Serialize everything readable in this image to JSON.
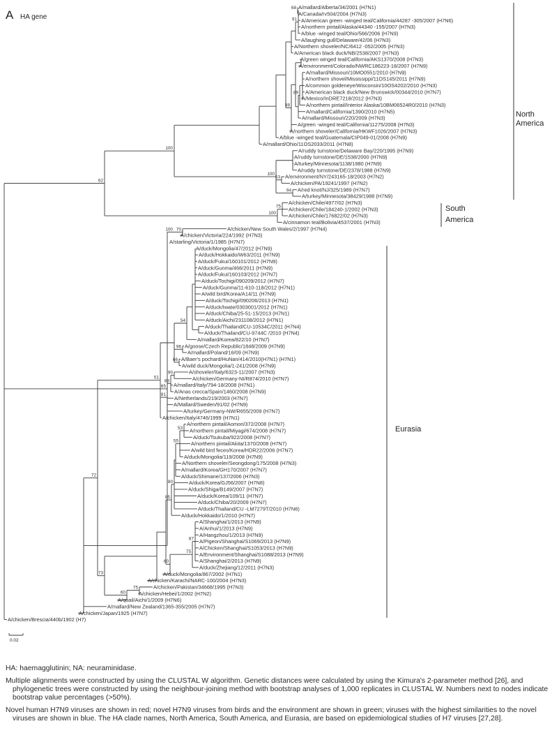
{
  "figure": {
    "panel_letter": "A",
    "panel_title": "HA gene",
    "scale_label": "0.02",
    "colors": {
      "default": "#303030",
      "human": "#e0201b",
      "bird_env": "#59a830",
      "similar": "#2a6db0"
    }
  },
  "taxa": [
    {
      "label": "A/mallard/Alberta/34/2001 (H7N1)"
    },
    {
      "label": "A/Canada/rv504/2004 (H7N3)"
    },
    {
      "label": "A/American green -winged teal/California/44287 -305/2007 (H7N6)"
    },
    {
      "label": "A/northern pintail/Alaska/44340 -155/2007 (H7N3)"
    },
    {
      "label": "A/blue -winged teal/Ohio/566/2006 (H7N9)"
    },
    {
      "label": "A/laughing gull/Delaware/42/06 (H7N3)"
    },
    {
      "label": "A/Northern shoveler/NC/6412 -052/2005 (H7N3)"
    },
    {
      "label": "A/American black duck/NB/2538/2007 (H7N3)"
    },
    {
      "label": "A/green winged teal/California/AKS1370/2008 (H7N3)"
    },
    {
      "label": "A/environment/Colorado/NWRC186223-18/2007 (H7N9)"
    },
    {
      "label": "A/mallard/Missouri/10MO0551/2010 (H7N9)"
    },
    {
      "label": "A/northern shovel/Mississippi/11OS145/2011 (H7N9)"
    },
    {
      "label": "A/common goldeneye/Wisconsin/10OS4202/2010 (H7N3)"
    },
    {
      "label": "A/American black duck/New Brunswick/00344/2010 (H7N7)"
    },
    {
      "label": "A/Mexico/InDRE7218/2012 (H7N3)"
    },
    {
      "label": "A/northern pintail/Interior Alaska/10BM06524R0/2010 (H7N3)"
    },
    {
      "label": "A/mallard/California/1390/2010 (H7N5)"
    },
    {
      "label": "A/mallard/Missouri/220/2009 (H7N3)"
    },
    {
      "label": "A/green -winged teal/California/11275/2008 (H7N3)"
    },
    {
      "label": "A/northern shoveler/California/HKWF1026/2007 (H7N3)"
    },
    {
      "label": "A/blue -winged teal/Guatemala/CIP049-01/2008 (H7N9)"
    },
    {
      "label": "A/mallard/Ohio/11OS2033/2011 (H7N8)"
    },
    {
      "label": "A/ruddy turnstone/Delaware Bay/220/1995 (H7N9)"
    },
    {
      "label": "A/ruddy turnstone/DE/1538/2000 (H7N9)"
    },
    {
      "label": "A/turkey/Minnesota/1138/1980 (H7N9)"
    },
    {
      "label": "A/ruddy turnstone/DE/2378/1988 (H7N9)"
    },
    {
      "label": "A/environment/NY/243165-18/2003 (H7N2)"
    },
    {
      "label": "A/chicken/PA/19241/1997 (H7N2)"
    },
    {
      "label": "A/red knot/NJ/325/1989 (H7N7)"
    },
    {
      "label": "A/turkey/Minnesota/38429/1988 (H7N9)"
    },
    {
      "label": "A/chicken/Chile/4977/02 (H7N3)"
    },
    {
      "label": "A/chicken/Chile/184240-1/2002 (H7N3)"
    },
    {
      "label": "A/chicken/Chile/176822/02 (H7N3)"
    },
    {
      "label": "A/cinnamon teal/Bolivia/4537/2001 (H7N3)"
    },
    {
      "label": "A/chicken/New South Wales/2/1997 (H7N4)"
    },
    {
      "label": "A/chicken/Victoria/224/1992 (H7N3)"
    },
    {
      "label": "A/starling/Victoria/1/1985 (H7N7)"
    },
    {
      "label": "A/duck/Mongolia/47/2012 (H7N9)"
    },
    {
      "label": "A/duck/Hokkaido/W63/2011 (H7N9)"
    },
    {
      "label": "A/duck/Fukui/160101/2012 (H7N9)"
    },
    {
      "label": "A/duck/Gunma/466/2011 (H7N9)"
    },
    {
      "label": "A/duck/Fukui/160103/2012 (H7N7)"
    },
    {
      "label": "A/duck/Tochigi/090209/2012 (H7N7)"
    },
    {
      "label": "A/duck/Gunma/11-610-118/2012 (H7N1)"
    },
    {
      "label": "A/wild bird/Korea/A14/11 (H7N9)"
    },
    {
      "label": "A/duck/Tochigi/090206/2013 (H7N1)"
    },
    {
      "label": "A/duck/Iwate/0303001/2012 (H7N1)"
    },
    {
      "label": "A/duck/Chiba/25-51-15/2013 (H7N1)"
    },
    {
      "label": "A/duck/Aichi/231108/2012 (H7N1)"
    },
    {
      "label": "A/duck/Thailand/CU-10534C/2011 (H7N4)"
    },
    {
      "label": "A/duck/Thailand/CU-9744C /2010 (H7N4)"
    },
    {
      "label": "A/mallard/Korea/822/10 (H7N7)"
    },
    {
      "label": "A/goose/Czech Republic/1848/2009 (H7N9)"
    },
    {
      "label": "A/mallard/Poland/16/09 (H7N9)"
    },
    {
      "label": "A/Baer's pochard/HuNan/414/2010(H7N1) (H7N1)"
    },
    {
      "label": "A/wild duck/Mongolia/1-241/2008 (H7N9)"
    },
    {
      "label": "A/shoveler/Italy/6323-11/2007 (H7N3)"
    },
    {
      "label": "A/chicken/Germany-NI/R874/2010 (H7N7)"
    },
    {
      "label": "A/mallard/Italy/794-18/2008 (H7N1)"
    },
    {
      "label": "A/Anas crecca/Spain/1460/2008 (H7N9)"
    },
    {
      "label": "A/Netherlands/219/2003 (H7N7)"
    },
    {
      "label": "A/Mallard/Sweden/91/02 (H7N9)"
    },
    {
      "label": "A/turkey/Germany-NW/R655/2009 (H7N7)"
    },
    {
      "label": "A/chicken/Italy/4746/1999 (H7N1)"
    },
    {
      "label": "A/northern pintail/Aomori/372/2008 (H7N7)"
    },
    {
      "label": "A/northern pintail/Miyagi/674/2008 (H7N7)"
    },
    {
      "label": "A/duck/Tsukuba/922/2008 (H7N7)"
    },
    {
      "label": "A/northern pintail/Akita/1370/2008 (H7N7)"
    },
    {
      "label": "A/wild bird feces/Korea/HDR22/2006 (H7N7)"
    },
    {
      "label": "A/duck/Mongolia/119/2008 (H7N9)"
    },
    {
      "label": "A/Northern shoveler/Seongdong/175/2008 (H7N3)"
    },
    {
      "label": "A/mallard/Korea/GH170/2007 (H7N7)"
    },
    {
      "label": "A/duck/Shimane/137/2006 (H7N3)"
    },
    {
      "label": "A/duck/Korea/GJ56/2007 (H7N8)"
    },
    {
      "label": "A/duck/Shiga/B149/2007 (H7N7)"
    },
    {
      "label": "A/duck/Korea/109/11 (H7N7)"
    },
    {
      "label": "A/duck/Chiba/20/2009 (H7N7)"
    },
    {
      "label": "A/duck/Thailand/CU -LM7279T/2010 (H7N6)"
    },
    {
      "label": "A/duck/Hokkaido/1/2010 (H7N7)"
    },
    {
      "label": "A/Shanghai/1/2013 (H7N9)",
      "color": "human"
    },
    {
      "label": "A/Anhui/1/2013 (H7N9)",
      "color": "human"
    },
    {
      "label": "A/Hangzhou/1/2013 (H7N9)",
      "color": "human"
    },
    {
      "label": "A/Pigeon/Shanghai/S1069/2013 (H7N9)",
      "color": "bird_env"
    },
    {
      "label": "A/Chicken/Shanghai/S1053/2013 (H7N9)",
      "color": "bird_env"
    },
    {
      "label": "A/Environment/Shanghai/S1088/2013 (H7N9)",
      "color": "bird_env"
    },
    {
      "label": "A/Shanghai/2/2013 (H7N9)",
      "color": "human"
    },
    {
      "label": "A/duck/Zhejiang/12/2011 (H7N3)",
      "color": "similar"
    },
    {
      "label": "A/duck/Mongolia/867/2002 (H7N1)"
    },
    {
      "label": "A/chicken/Karachi/NARC-100/2004 (H7N3)"
    },
    {
      "label": "A/chicken/Pakistan/34668/1995 (H7N3)"
    },
    {
      "label": "A/chicken/Hebei/1/2002 (H7N2)"
    },
    {
      "label": "A/quail/Aichi/1/2009 (H7N6)"
    },
    {
      "label": "A/mallard/New Zealand/1365-355/2005 (H7N7)"
    },
    {
      "label": "A/chicken/Japan/1925 (H7N7)"
    },
    {
      "label": "A/chicken/Brescia/440b/1902 (H7)"
    }
  ],
  "clades": [
    {
      "lines": [
        "North",
        "America"
      ]
    },
    {
      "lines": [
        "South",
        "America"
      ]
    },
    {
      "lines": [
        "Eurasia"
      ]
    }
  ],
  "bootstraps": [
    "68",
    "91",
    "89",
    "88",
    "100",
    "67",
    "53",
    "94",
    "100",
    "75",
    "62",
    "100",
    "70",
    "100",
    "65",
    "62",
    "54",
    "96",
    "66",
    "64",
    "58",
    "90",
    "74",
    "88",
    "81",
    "51",
    "85",
    "53",
    "55",
    "51",
    "72",
    "80",
    "85",
    "66",
    "64",
    "96",
    "87",
    "75",
    "60",
    "75",
    "60",
    "73"
  ],
  "notes": [
    "HA: haemagglutinin; NA: neuraminidase.",
    "Multiple alignments were constructed by using the CLUSTAL W algorithm. Genetic distances were calculated by using the Kimura's 2-parameter method [26], and phylogenetic trees were constructed by using the neighbour-joining method with bootstrap analyses of 1,000 replicates in CLUSTAL W. Numbers next to nodes indicate bootstrap value percentages (>50%).",
    "Novel human H7N9 viruses are shown in red; novel H7N9 viruses from birds and the environment are shown in green; viruses with the highest similarities to the novel viruses are shown in blue. The HA clade names, North America, South America, and Eurasia, are based on epidemiological studies of H7 viruses [27,28]."
  ]
}
